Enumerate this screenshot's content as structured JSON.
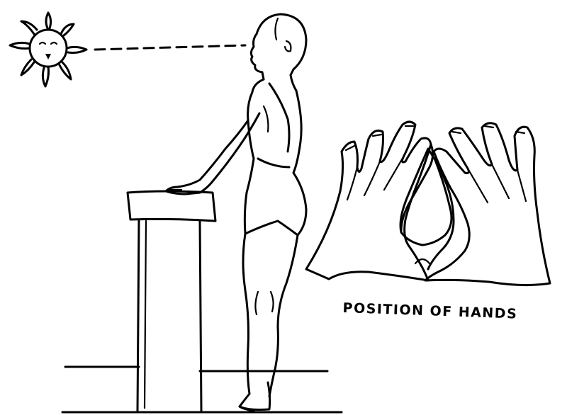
{
  "caption": {
    "text": "POSITION OF HANDS"
  },
  "icons": {
    "sun": "sun-icon",
    "figure": "standing-person",
    "pedestal": "pedestal",
    "hands": "triangle-hands"
  }
}
